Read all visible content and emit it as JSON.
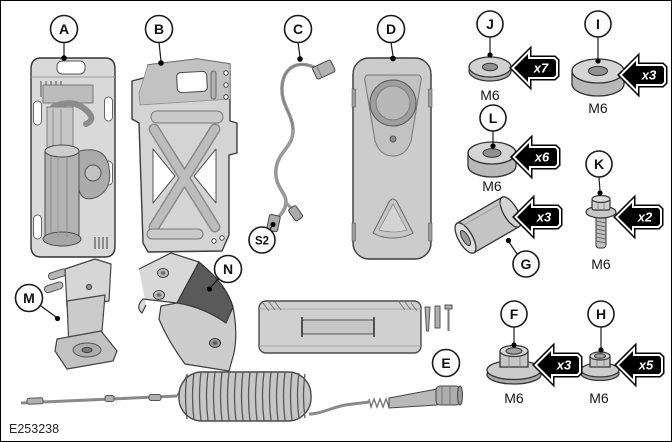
{
  "figure": {
    "code": "E253238"
  },
  "callouts": {
    "a": "A",
    "b": "B",
    "c": "C",
    "d": "D",
    "e": "E",
    "f": "F",
    "g": "G",
    "h": "H",
    "i": "I",
    "j": "J",
    "k": "K",
    "l": "L",
    "m": "M",
    "n": "N",
    "s2": "S2"
  },
  "fasteners": {
    "j": {
      "qty": "x7",
      "size": "M6"
    },
    "i": {
      "qty": "x3",
      "size": "M6"
    },
    "l": {
      "qty": "x6",
      "size": "M6"
    },
    "k": {
      "qty": "x2",
      "size": "M6"
    },
    "g": {
      "qty": "x3"
    },
    "f": {
      "qty": "x3",
      "size": "M6"
    },
    "h": {
      "qty": "x5",
      "size": "M6"
    }
  },
  "colors": {
    "background": "#ffffff",
    "outline": "#1a1a1a",
    "badge_fill": "#000000",
    "badge_text": "#ffffff",
    "part_light": "#d9d9d9",
    "part_mid": "#c0c0c0",
    "part_dark": "#8f8f8f"
  }
}
